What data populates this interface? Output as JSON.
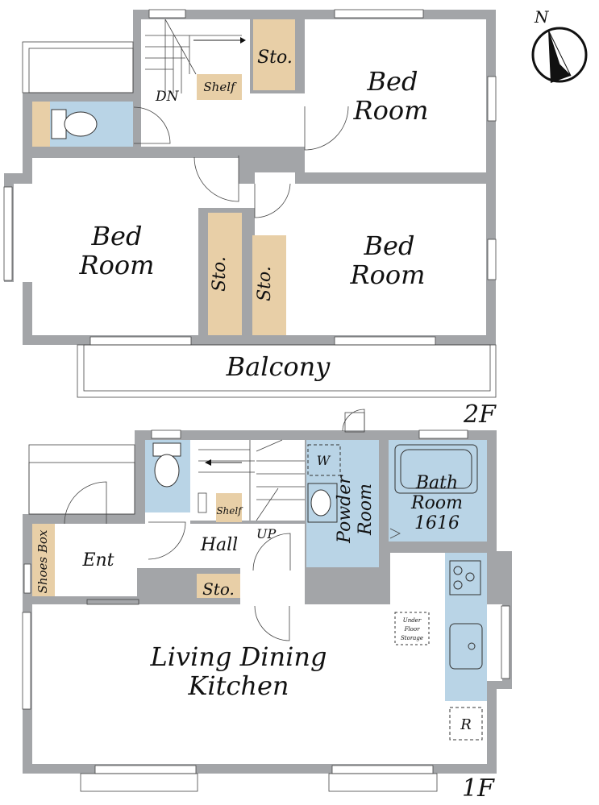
{
  "compass": {
    "north": "N"
  },
  "floor2": {
    "label": "2F",
    "bed_ne": [
      "Bed",
      "Room"
    ],
    "bed_w": [
      "Bed",
      "Room"
    ],
    "bed_se": [
      "Bed",
      "Room"
    ],
    "storage_top": "Sto.",
    "storage_mid_left": "Sto.",
    "storage_mid_right": "Sto.",
    "shelf": "Shelf",
    "stair_down": "DN",
    "balcony": "Balcony"
  },
  "floor1": {
    "label": "1F",
    "shoes_box": "Shoes Box",
    "entrance": "Ent",
    "hall": "Hall",
    "stair_up": "UP",
    "shelf": "Shelf",
    "storage": "Sto.",
    "washer": "W",
    "powder_room": [
      "Powder",
      "Room"
    ],
    "bath_room": [
      "Bath",
      "Room",
      "1616"
    ],
    "underfloor": [
      "Under",
      "Floor",
      "Storage"
    ],
    "ldk": [
      "Living Dining",
      "Kitchen"
    ],
    "fridge": "R"
  },
  "colors": {
    "wall": "#a3a5a8",
    "wet_area": "#b9d4e6",
    "storage": "#e8cfa7",
    "line": "#222222"
  }
}
